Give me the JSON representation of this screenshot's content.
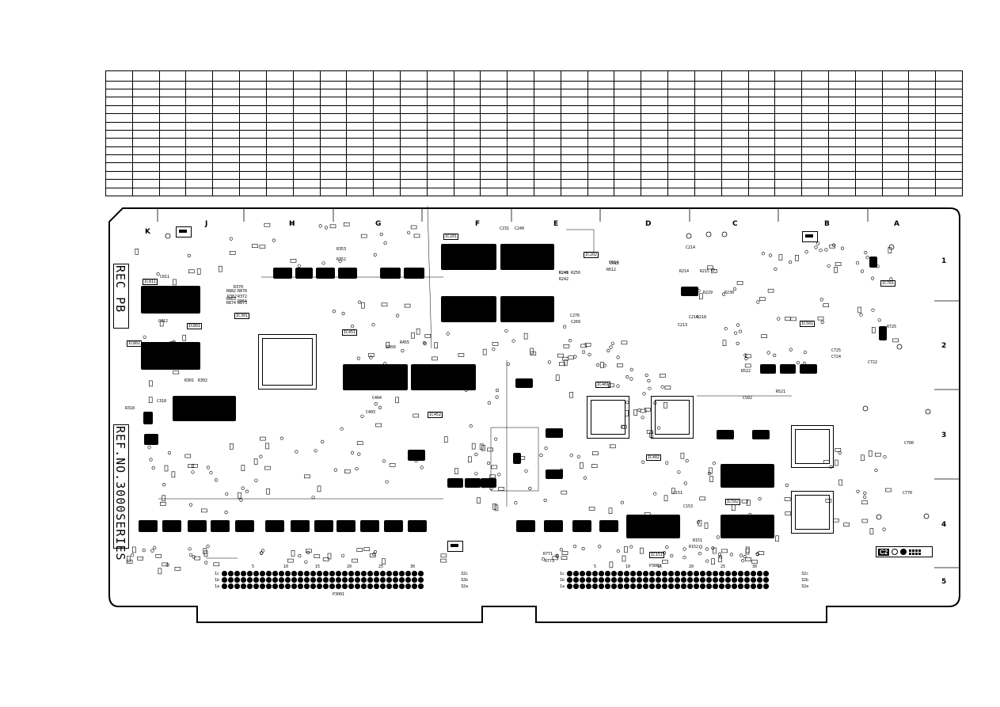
{
  "board": {
    "side_label": "REC PB",
    "series_label": "REF.NO.3000SERIES",
    "footer_code": "C2",
    "connector_left_label": "P3001",
    "connector_right_label": "P3002"
  },
  "grid_columns": [
    "K",
    "J",
    "H",
    "G",
    "F",
    "E",
    "D",
    "C",
    "B",
    "A"
  ],
  "grid_rows": [
    "1",
    "2",
    "3",
    "4",
    "5"
  ],
  "connector_row_labels": [
    "1c",
    "1b",
    "1a"
  ],
  "connector_end_labels": [
    "32c",
    "32b",
    "32a"
  ],
  "connector_numbers": [
    "5",
    "10",
    "15",
    "20",
    "25",
    "30"
  ],
  "component_tags": {
    "ic_top_left": "IC811",
    "ic_mid_left": "IC802",
    "ic_lower_left": "IC801",
    "ic_qfp_left": "IC301",
    "ic_center_1": "IC451",
    "ic_center_2": "IC452",
    "ic_top_center_1": "IC201",
    "ic_top_center_2": "IC202",
    "ic_qfp_mid_1": "IC401",
    "ic_qfp_mid_2": "IC402",
    "ic_qfp_right_1": "IC501",
    "ic_qfp_right_2": "IC502",
    "ic_bottom_right": "IC151",
    "ic_right_mid": "IC701"
  },
  "ref_labels": [
    "R241",
    "R242",
    "C231",
    "C240",
    "R214",
    "R215",
    "R229",
    "R230",
    "C612",
    "R612",
    "C614",
    "R352",
    "R370",
    "R353",
    "R382",
    "R372",
    "C501",
    "C502",
    "R521",
    "R522",
    "C725",
    "C724",
    "C722",
    "R725",
    "R863",
    "R864",
    "C811",
    "C812",
    "R301",
    "R302",
    "C318",
    "R318",
    "R151",
    "R152",
    "C153",
    "C151",
    "R771",
    "R773",
    "C770",
    "C700",
    "R882",
    "R878",
    "R873",
    "R874",
    "C403",
    "C404",
    "R455",
    "R456",
    "C276",
    "C269",
    "R240",
    "R250",
    "C216",
    "C213",
    "C214",
    "R218"
  ]
}
